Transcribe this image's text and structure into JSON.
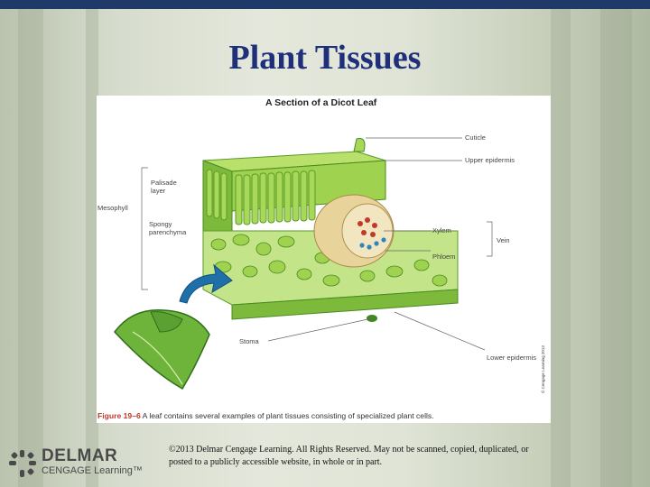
{
  "slide": {
    "title": "Plant Tissues",
    "copyright": "©2013 Delmar Cengage Learning. All Rights Reserved. May not be scanned, copied, duplicated, or posted  to a publicly accessible website, in whole or in part."
  },
  "figure": {
    "title": "A Section of a Dicot Leaf",
    "labels": {
      "cuticle": "Cuticle",
      "upper_epidermis": "Upper epidermis",
      "palisade": [
        "Palisade",
        "layer"
      ],
      "mesophyll": "Mesophyll",
      "spongy": [
        "Spongy",
        "parenchyma"
      ],
      "xylem": "Xylem",
      "phloem": "Phloem",
      "vein": "Vein",
      "stoma": "Stoma",
      "lower_epidermis": "Lower epidermis",
      "credit": "© Cengage Learning 2013"
    },
    "caption_figure": "Figure 19–6",
    "caption_text": " A leaf contains several examples of plant tissues consisting of specialized plant cells."
  },
  "logo": {
    "line1": "DELMAR",
    "line2": "CENGAGE Learning™"
  },
  "colors": {
    "title": "#1f2f7a",
    "topbar": "#1f3a68",
    "leaf_green": "#8cc63f",
    "leaf_dark": "#3f8a1f",
    "arrow_blue": "#1f6fa8"
  }
}
